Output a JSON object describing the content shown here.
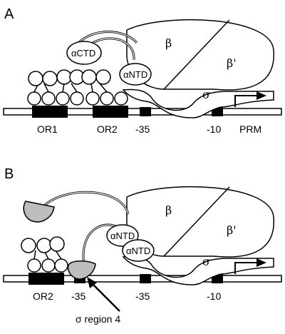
{
  "panel_a": {
    "label": "A",
    "beta": "β",
    "beta_prime": "β'",
    "sigma": "σ",
    "alpha_ctd": "αCTD",
    "alpha_ntd": "αNTD",
    "site_or1": "OR1",
    "site_or2": "OR2",
    "minus35": "-35",
    "minus10": "-10",
    "promoter": "PRM"
  },
  "panel_b": {
    "label": "B",
    "beta": "β",
    "beta_prime": "β'",
    "sigma": "σ",
    "alpha_ntd_1": "αNTD",
    "alpha_ntd_2": "αNTD",
    "site_or2": "OR2",
    "minus35_a": "-35",
    "minus35_b": "-35",
    "minus10": "-10",
    "sigma_region": "σ region 4"
  },
  "colors": {
    "stroke": "#000000",
    "fill_white": "#ffffff",
    "fill_grey": "#bdbdbd",
    "site_black": "#000000"
  }
}
